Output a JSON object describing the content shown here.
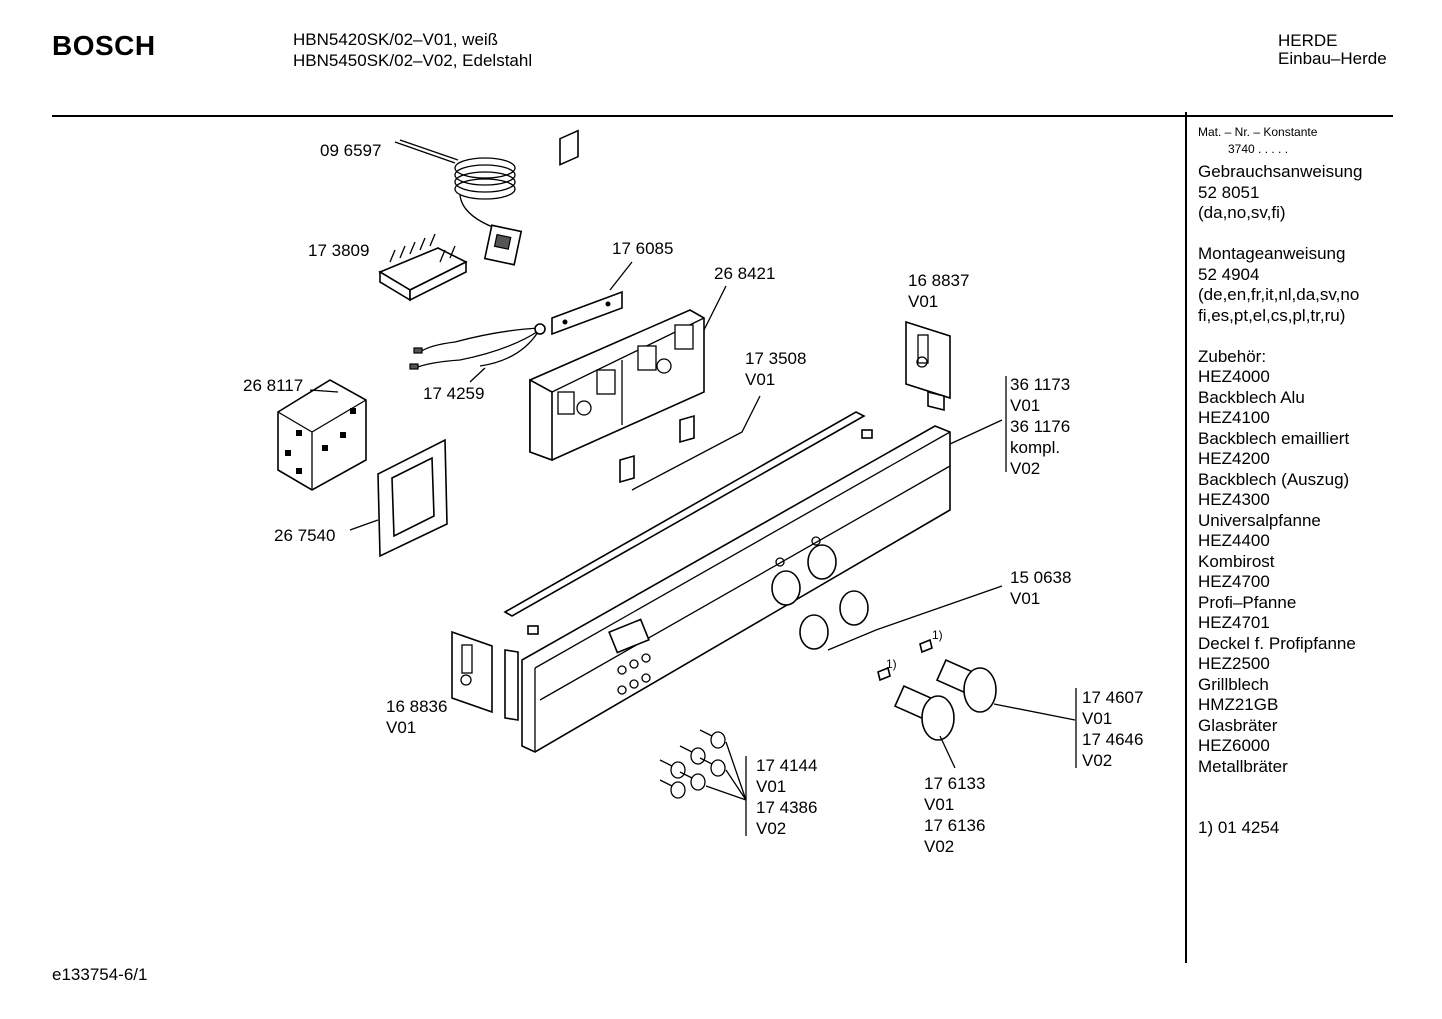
{
  "header": {
    "brand": "BOSCH",
    "model_line_1": "HBN5420SK/02–V01, weiß",
    "model_line_2": "HBN5450SK/02–V02, Edelstahl",
    "category": "HERDE",
    "subcategory": "Einbau–Herde"
  },
  "parts": [
    {
      "id": "p096597",
      "lines": [
        "09 6597"
      ]
    },
    {
      "id": "p173809",
      "lines": [
        "17 3809"
      ]
    },
    {
      "id": "p176085",
      "lines": [
        "17 6085"
      ]
    },
    {
      "id": "p268421",
      "lines": [
        "26 8421"
      ]
    },
    {
      "id": "p168837",
      "lines": [
        "16 8837",
        "V01"
      ]
    },
    {
      "id": "p174259",
      "lines": [
        "17 4259"
      ]
    },
    {
      "id": "p173508",
      "lines": [
        "17 3508",
        "V01"
      ]
    },
    {
      "id": "p268117",
      "lines": [
        "26 8117"
      ]
    },
    {
      "id": "p361173",
      "lines": [
        "36 1173",
        "V01",
        "36 1176",
        "kompl.",
        "V02"
      ]
    },
    {
      "id": "p267540",
      "lines": [
        "26 7540"
      ]
    },
    {
      "id": "p150638",
      "lines": [
        "15 0638",
        "V01"
      ]
    },
    {
      "id": "p168836",
      "lines": [
        "16 8836",
        "V01"
      ]
    },
    {
      "id": "p174607",
      "lines": [
        "17 4607",
        "V01",
        "17 4646",
        "V02"
      ]
    },
    {
      "id": "p174144",
      "lines": [
        "17 4144",
        "V01",
        "17 4386",
        "V02"
      ]
    },
    {
      "id": "p176133",
      "lines": [
        "17 6133",
        "V01",
        "17 6136",
        "V02"
      ]
    }
  ],
  "footnote_marks": [
    "1)",
    "1)"
  ],
  "sidebar": {
    "constant_label": "Mat. – Nr. – Konstante",
    "constant_value": "3740  .   .  .  .  .",
    "lines": [
      "Gebrauchsanweisung",
      "52 8051",
      "(da,no,sv,fi)",
      "",
      "Montageanweisung",
      "52 4904",
      "(de,en,fr,it,nl,da,sv,no",
      "fi,es,pt,el,cs,pl,tr,ru)",
      "",
      "Zubehör:",
      "HEZ4000",
      "Backblech Alu",
      "HEZ4100",
      "Backblech emailliert",
      "HEZ4200",
      "Backblech (Auszug)",
      "HEZ4300",
      "Universalpfanne",
      "HEZ4400",
      "Kombirost",
      "HEZ4700",
      "Profi–Pfanne",
      "HEZ4701",
      "Deckel f. Profipfanne",
      "HEZ2500",
      "Grillblech",
      "HMZ21GB",
      "Glasbräter",
      "HEZ6000",
      "Metallbräter",
      "",
      "",
      "1) 01 4254"
    ]
  },
  "footer": {
    "doc_id": "e133754-6/1"
  }
}
